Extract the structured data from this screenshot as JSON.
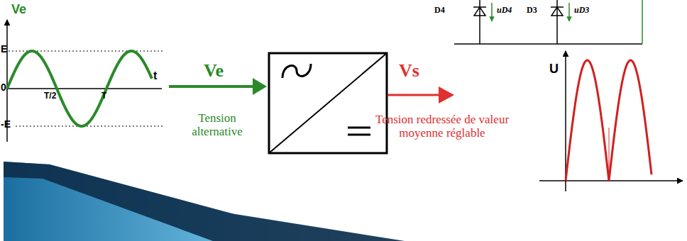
{
  "diagram": {
    "labels": [
      "D4",
      "uD4",
      "D3",
      "uD3",
      "Ve",
      "E",
      "0",
      "T/2",
      "T",
      "t",
      "-E",
      "Ve",
      "Tension alternative",
      "Vs",
      "Tension redressée de valeur moyenne réglable",
      "U"
    ]
  }
}
